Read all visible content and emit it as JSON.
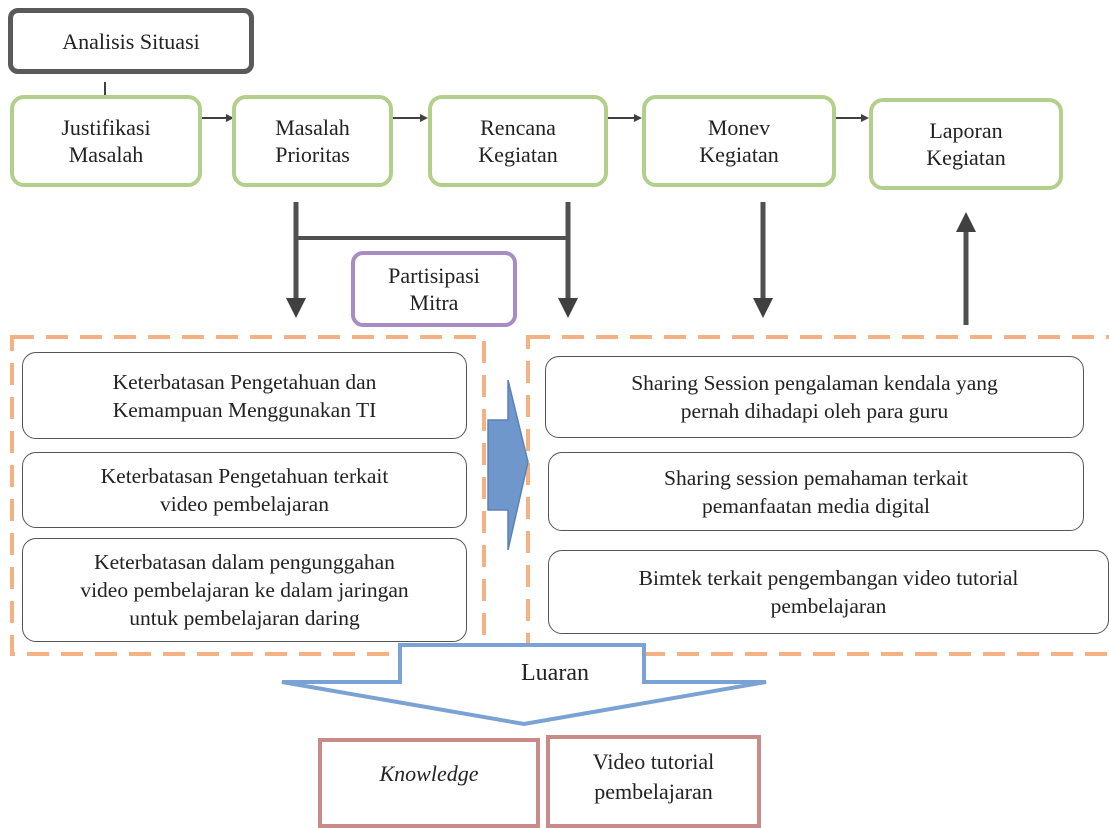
{
  "top": {
    "analisis": "Analisis Situasi",
    "steps": [
      "Justifikasi\nMasalah",
      "Masalah\nPrioritas",
      "Rencana\nKegiatan",
      "Monev\nKegiatan",
      "Laporan\nKegiatan"
    ]
  },
  "partisipasi": "Partisipasi\nMitra",
  "problems": [
    "Keterbatasan Pengetahuan dan\nKemampuan Menggunakan TI",
    "Keterbatasan Pengetahuan terkait\nvideo pembelajaran",
    "Keterbatasan dalam pengunggahan\nvideo pembelajaran ke dalam jaringan\nuntuk pembelajaran daring"
  ],
  "solutions": [
    "Sharing Session pengalaman kendala yang\npernah dihadapi oleh para guru",
    "Sharing session pemahaman terkait\npemanfaatan media digital",
    "Bimtek terkait pengembangan video tutorial\npembelajaran"
  ],
  "luaran": "Luaran",
  "outputs": {
    "knowledge": "Knowledge",
    "video": "Video tutorial\npembelajaran"
  },
  "colors": {
    "green": "#b3cf8c",
    "gray": "#5a5a5a",
    "purple": "#a98cc4",
    "orange_dash": "#f4b183",
    "blue_arrow": "#6f97cc",
    "red": "#c98a8a"
  }
}
